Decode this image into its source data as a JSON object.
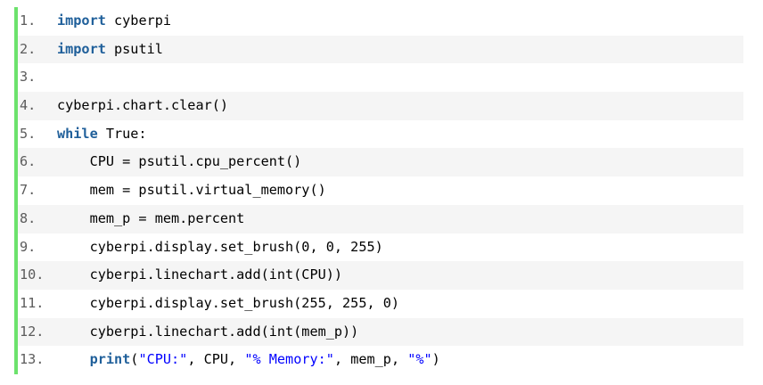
{
  "code": {
    "lines": [
      {
        "num": "1.",
        "segments": [
          {
            "t": "import",
            "k": "kw"
          },
          {
            "t": " cyberpi",
            "k": "ident"
          }
        ]
      },
      {
        "num": "2.",
        "segments": [
          {
            "t": "import",
            "k": "kw"
          },
          {
            "t": " psutil",
            "k": "ident"
          }
        ]
      },
      {
        "num": "3.",
        "segments": []
      },
      {
        "num": "4.",
        "segments": [
          {
            "t": "cyberpi.chart.clear()",
            "k": "ident"
          }
        ]
      },
      {
        "num": "5.",
        "segments": [
          {
            "t": "while",
            "k": "kw"
          },
          {
            "t": " True:",
            "k": "ident"
          }
        ]
      },
      {
        "num": "6.",
        "segments": [
          {
            "t": "    CPU = psutil.cpu_percent()",
            "k": "ident"
          }
        ]
      },
      {
        "num": "7.",
        "segments": [
          {
            "t": "    mem = psutil.virtual_memory()",
            "k": "ident"
          }
        ]
      },
      {
        "num": "8.",
        "segments": [
          {
            "t": "    mem_p = mem.percent",
            "k": "ident"
          }
        ]
      },
      {
        "num": "9.",
        "segments": [
          {
            "t": "    cyberpi.display.set_brush(0, 0, 255)",
            "k": "ident"
          }
        ]
      },
      {
        "num": "10.",
        "segments": [
          {
            "t": "    cyberpi.linechart.add(int(CPU))",
            "k": "ident"
          }
        ]
      },
      {
        "num": "11.",
        "segments": [
          {
            "t": "    cyberpi.display.set_brush(255, 255, 0)",
            "k": "ident"
          }
        ]
      },
      {
        "num": "12.",
        "segments": [
          {
            "t": "    cyberpi.linechart.add(int(mem_p))",
            "k": "ident"
          }
        ]
      },
      {
        "num": "13.",
        "segments": [
          {
            "t": "    ",
            "k": "ident"
          },
          {
            "t": "print",
            "k": "kw"
          },
          {
            "t": "(",
            "k": "ident"
          },
          {
            "t": "\"CPU:\"",
            "k": "str"
          },
          {
            "t": ", CPU, ",
            "k": "ident"
          },
          {
            "t": "\"% Memory:\"",
            "k": "str"
          },
          {
            "t": ", mem_p, ",
            "k": "ident"
          },
          {
            "t": "\"%\"",
            "k": "str"
          },
          {
            "t": ")",
            "k": "ident"
          }
        ]
      }
    ]
  }
}
